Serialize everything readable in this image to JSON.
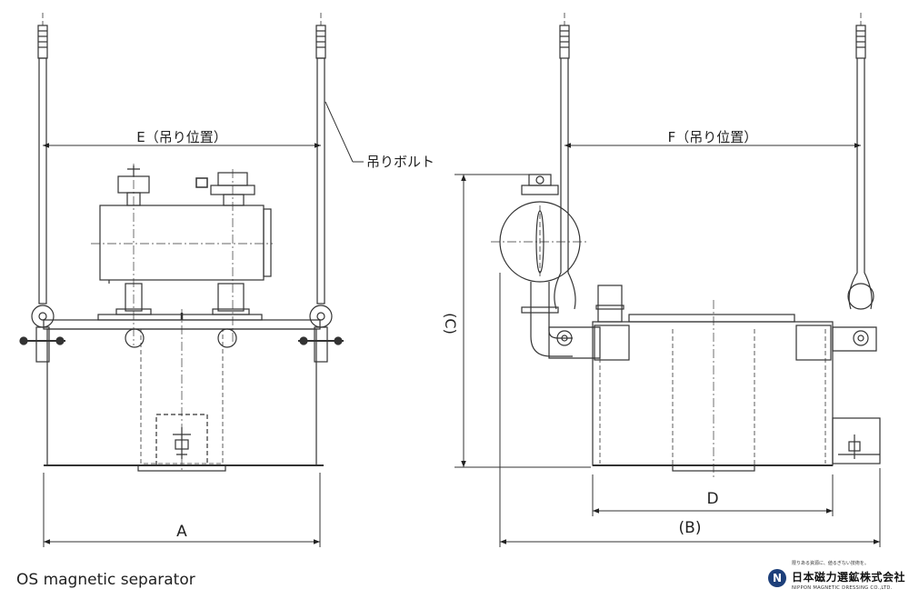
{
  "labels": {
    "dim_a": "A",
    "dim_b": "(B)",
    "dim_c": "(C)",
    "dim_d": "D",
    "dim_e": "E（吊り位置）",
    "dim_f": "F（吊り位置）",
    "bolt": "吊りボルト"
  },
  "caption": "OS magnetic separator",
  "logo": {
    "mark": "N",
    "tagline": "限りある資源に、値るぎない技術を。",
    "name": "日本磁力選鉱株式会社",
    "english": "NIPPON MAGNETIC DRESSING CO.,LTD."
  }
}
